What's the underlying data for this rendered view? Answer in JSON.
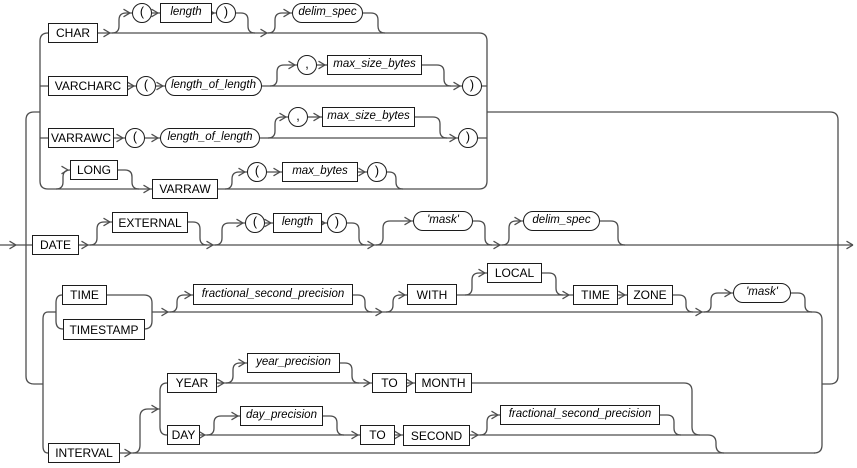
{
  "colors": {
    "line": "#4d4d4d",
    "border": "#1c1c1c",
    "text": "#000000",
    "background": "#ffffff"
  },
  "nodes": {
    "char": {
      "label": "CHAR"
    },
    "char_lparen": {
      "label": "("
    },
    "char_length": {
      "label": "length"
    },
    "char_rparen": {
      "label": ")"
    },
    "char_delim_spec": {
      "label": "delim_spec"
    },
    "varcharc": {
      "label": "VARCHARC"
    },
    "varcharc_lparen": {
      "label": "("
    },
    "varcharc_length_of_length": {
      "label": "length_of_length"
    },
    "varcharc_comma": {
      "label": ","
    },
    "varcharc_max_size_bytes": {
      "label": "max_size_bytes"
    },
    "varcharc_rparen": {
      "label": ")"
    },
    "varrawc": {
      "label": "VARRAWC"
    },
    "varrawc_lparen": {
      "label": "("
    },
    "varrawc_length_of_length": {
      "label": "length_of_length"
    },
    "varrawc_comma": {
      "label": ","
    },
    "varrawc_max_size_bytes": {
      "label": "max_size_bytes"
    },
    "varrawc_rparen": {
      "label": ")"
    },
    "long_kw": {
      "label": "LONG"
    },
    "varraw": {
      "label": "VARRAW"
    },
    "varraw_lparen": {
      "label": "("
    },
    "max_bytes": {
      "label": "max_bytes"
    },
    "varraw_rparen": {
      "label": ")"
    },
    "date": {
      "label": "DATE"
    },
    "external": {
      "label": "EXTERNAL"
    },
    "date_lparen": {
      "label": "("
    },
    "date_length": {
      "label": "length"
    },
    "date_rparen": {
      "label": ")"
    },
    "date_mask": {
      "label": "'mask'"
    },
    "date_delim_spec": {
      "label": "delim_spec"
    },
    "time": {
      "label": "TIME"
    },
    "timestamp": {
      "label": "TIMESTAMP"
    },
    "fractional_second_precision_1": {
      "label": "fractional_second_precision"
    },
    "with_kw": {
      "label": "WITH"
    },
    "local_kw": {
      "label": "LOCAL"
    },
    "time_2": {
      "label": "TIME"
    },
    "zone": {
      "label": "ZONE"
    },
    "time_mask": {
      "label": "'mask'"
    },
    "interval": {
      "label": "INTERVAL"
    },
    "year": {
      "label": "YEAR"
    },
    "year_precision": {
      "label": "year_precision"
    },
    "to_1": {
      "label": "TO"
    },
    "month": {
      "label": "MONTH"
    },
    "day": {
      "label": "DAY"
    },
    "day_precision": {
      "label": "day_precision"
    },
    "to_2": {
      "label": "TO"
    },
    "second": {
      "label": "SECOND"
    },
    "fractional_second_precision_2": {
      "label": "fractional_second_precision"
    }
  }
}
